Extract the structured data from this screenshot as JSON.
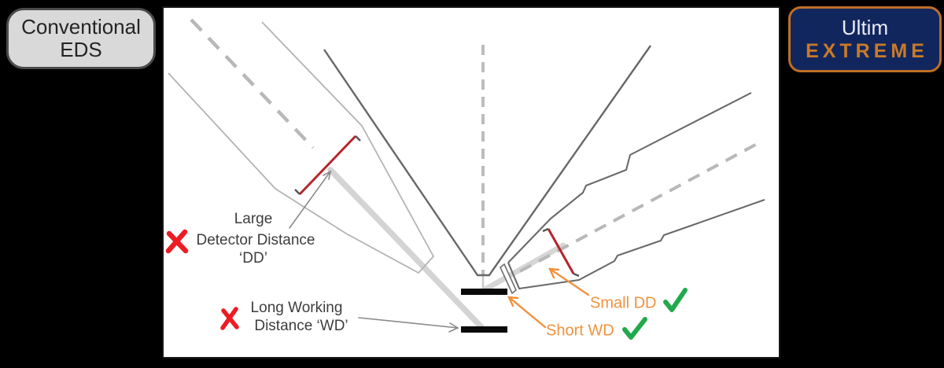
{
  "badges": {
    "conventional": {
      "line1": "Conventional",
      "line2": "EDS"
    },
    "ultim": {
      "line1": "Ultim",
      "line2": "EXTREME"
    }
  },
  "annotations": {
    "large_dd": {
      "line1": "Large",
      "line2": "Detector Distance",
      "line3": "‘DD’",
      "verdict": "negative"
    },
    "long_wd": {
      "line1": "Long Working",
      "line2": "Distance ‘WD’",
      "verdict": "negative"
    },
    "small_dd": {
      "label": "Small DD",
      "verdict": "positive"
    },
    "short_wd": {
      "label": "Short WD",
      "verdict": "positive"
    }
  },
  "icons": {
    "cross": "✗",
    "check": "✓"
  },
  "colors": {
    "page_background": "#000000",
    "panel_background": "#ffffff",
    "negative_cross_red": "#ed1c24",
    "positive_check_green": "#21a94c",
    "highlight_orange": "#f0923e",
    "detector_crystal_red": "#b5252a",
    "conventional_outline_gray": "#b3b3b3",
    "ultim_outline_gray": "#6a6a6a",
    "soft_band_gray": "#cdcdcd",
    "badge_conventional_bg": "#d9d9d9",
    "badge_ultim_bg": "#12265e",
    "badge_ultim_accent": "#c97b28"
  }
}
